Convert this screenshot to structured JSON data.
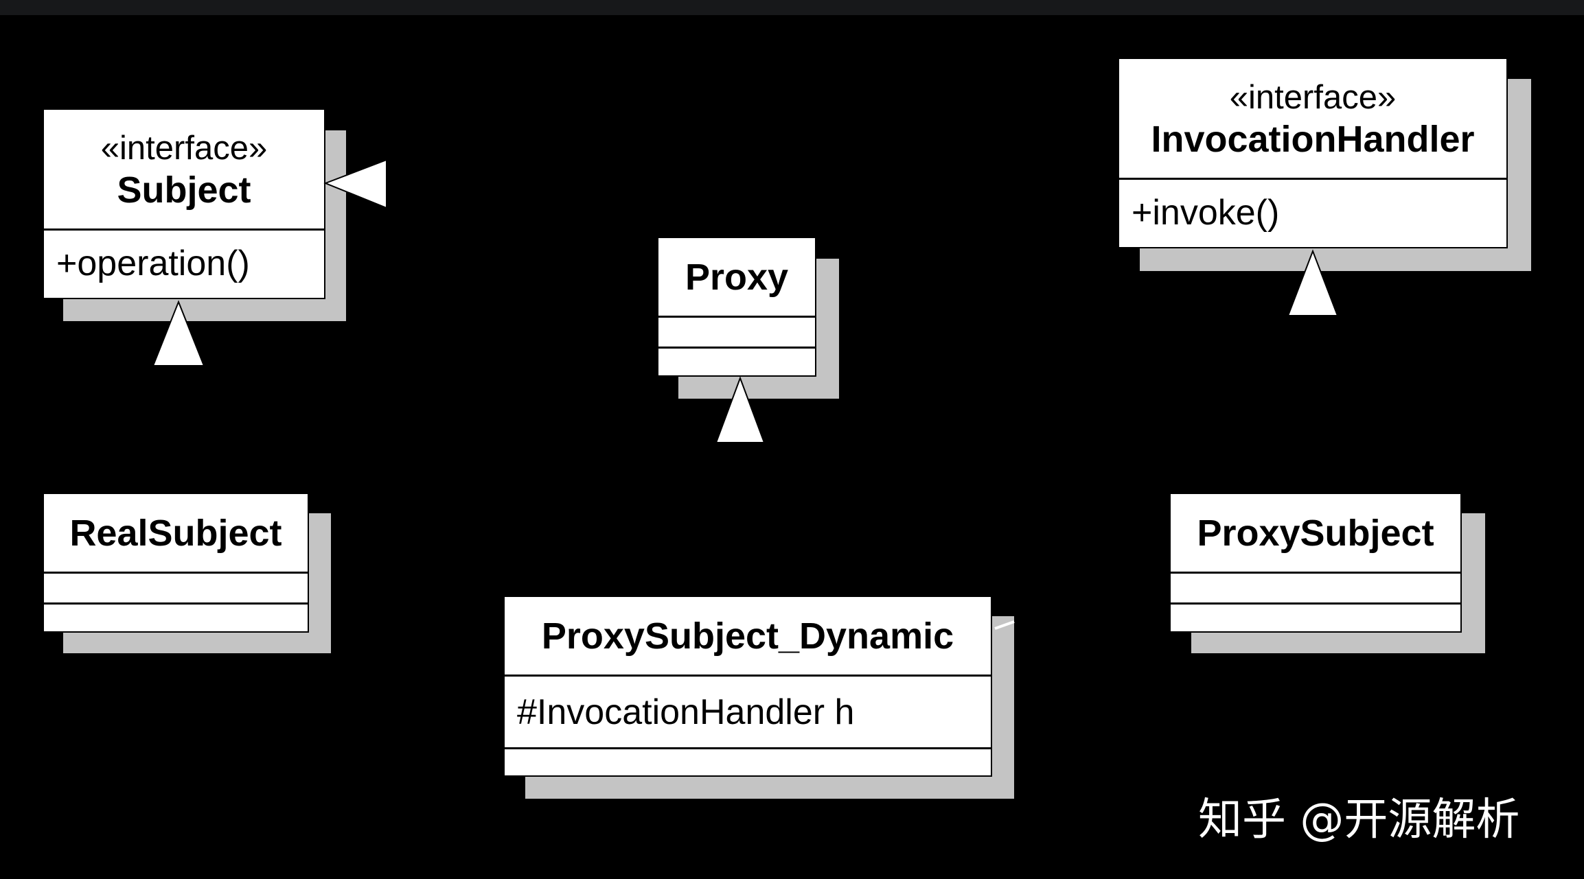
{
  "diagram": {
    "subject": {
      "stereotype": "«interface»",
      "name": "Subject",
      "operation": "+operation()"
    },
    "invocation_handler": {
      "stereotype": "«interface»",
      "name": "InvocationHandler",
      "operation": "+invoke()"
    },
    "proxy": {
      "name": "Proxy"
    },
    "real_subject": {
      "name": "RealSubject"
    },
    "proxy_subject": {
      "name": "ProxySubject"
    },
    "proxy_subject_dynamic": {
      "name": "ProxySubject_Dynamic",
      "attribute": "#InvocationHandler h"
    }
  },
  "watermark": {
    "text": "知乎 @开源解析"
  },
  "colors": {
    "background": "#000000",
    "box_fill": "#ffffff",
    "shadow": "#c4c4c4",
    "top_bar": "#17181a"
  }
}
